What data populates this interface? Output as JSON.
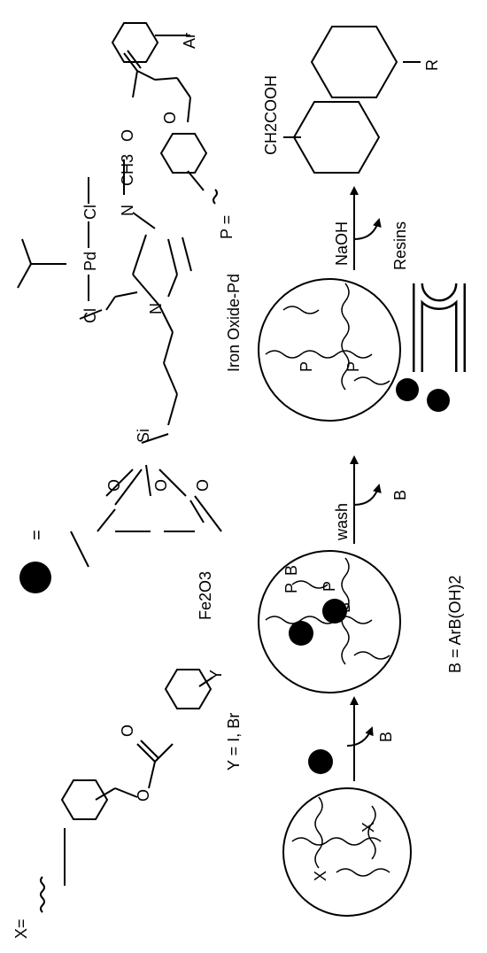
{
  "labels": {
    "x_def": "X=",
    "y_def": "Y = I, Br",
    "dot_eq": "=",
    "p_def": "P =",
    "fe2o3": "Fe2O3",
    "si": "Si",
    "o1": "O",
    "o2": "O",
    "o3": "O",
    "cl1": "Cl",
    "cl2": "Cl",
    "pd": "Pd",
    "n1": "N",
    "n2": "N",
    "ch3": "CH3",
    "iron_oxide_pd": "Iron Oxide-Pd",
    "b_def": "B = ArB(OH)2",
    "wash": "wash",
    "naoh": "NaOH",
    "resins": "Resins",
    "b_leave1": "B",
    "b_leave2": "B",
    "ar": "Ar",
    "r": "R",
    "ch2cooh": "CH2COOH",
    "ester_o_carbonyl1": "O",
    "ester_o_link1": "O",
    "ester_o_carbonyl2": "O",
    "ester_o_link2": "O",
    "y_sub": "Y"
  },
  "beads": {
    "bead1": [
      "X",
      "X"
    ],
    "bead2": [
      "P",
      "B",
      "P",
      "B"
    ],
    "bead3": [
      "P",
      "P"
    ]
  }
}
